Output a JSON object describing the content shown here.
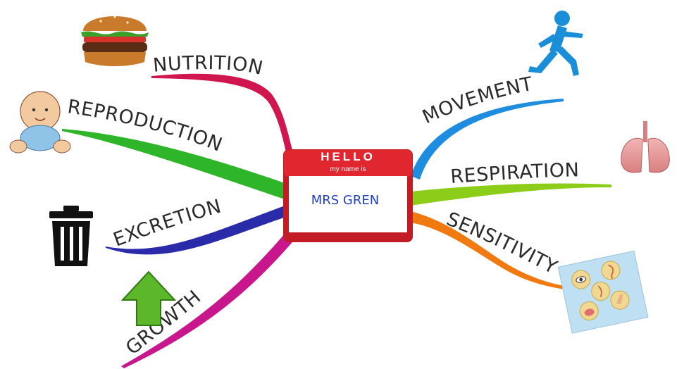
{
  "center": {
    "hello": "HELLO",
    "subtitle": "my name is",
    "name": "MRS GREN"
  },
  "branches": [
    {
      "id": "nutrition",
      "label": "NUTRITION",
      "color": "#d0164f",
      "icon": "burger-icon"
    },
    {
      "id": "reproduction",
      "label": "REPRODUCTION",
      "color": "#2fb52a",
      "icon": "baby-icon"
    },
    {
      "id": "excretion",
      "label": "EXCRETION",
      "color": "#2a2ba8",
      "icon": "trash-bin-icon"
    },
    {
      "id": "growth",
      "label": "GROWTH",
      "color": "#c8168d",
      "icon": "up-arrow-icon"
    },
    {
      "id": "movement",
      "label": "MOVEMENT",
      "color": "#1e8de0",
      "icon": "running-figure-icon"
    },
    {
      "id": "respiration",
      "label": "RESPIRATION",
      "color": "#8ccd1a",
      "icon": "lungs-icon"
    },
    {
      "id": "sensitivity",
      "label": "SENSITIVITY",
      "color": "#f07a10",
      "icon": "senses-icon"
    }
  ],
  "colors": {
    "badge_red": "#d6202a",
    "badge_red_dark": "#b01820",
    "name_blue": "#1f3fbf"
  }
}
